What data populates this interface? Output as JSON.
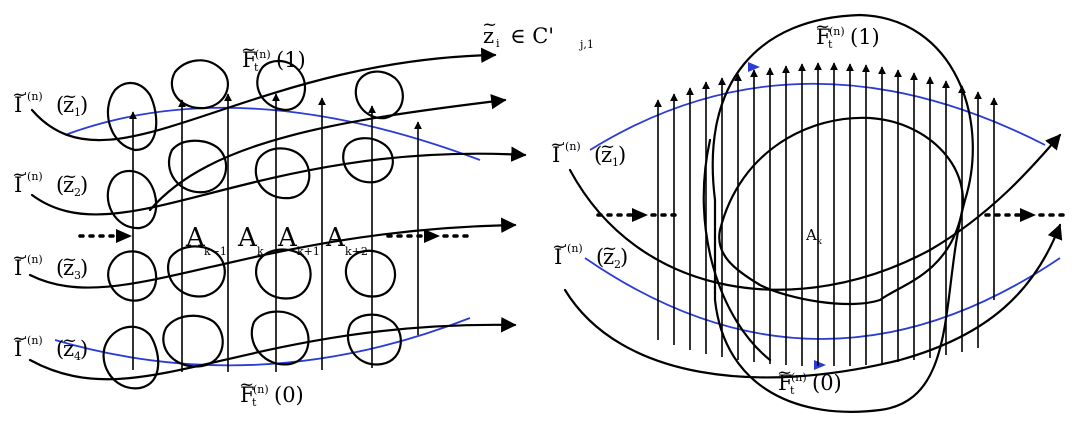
{
  "header": {
    "z_letter": "z",
    "z_index": "i",
    "relation": "∈ C'",
    "set_index": "j,1"
  },
  "left_panel": {
    "rows": [
      {
        "symbol": "I",
        "sup": "'(n)",
        "z": "z",
        "sub": "1"
      },
      {
        "symbol": "I",
        "sup": "'(n)",
        "z": "z",
        "sub": "2"
      },
      {
        "symbol": "I",
        "sup": "'(n)",
        "z": "z",
        "sub": "3"
      },
      {
        "symbol": "I",
        "sup": "'(n)",
        "z": "z",
        "sub": "4"
      }
    ],
    "top_flow": {
      "symbol": "F",
      "sub": "t",
      "sup": "(n)",
      "arg": "(1)"
    },
    "bottom_flow": {
      "symbol": "F",
      "sub": "t",
      "sup": "(n)",
      "arg": "(0)"
    },
    "regions": [
      {
        "letter": "A",
        "sub": "k−1"
      },
      {
        "letter": "A",
        "sub": "k"
      },
      {
        "letter": "A",
        "sub": "k+1"
      },
      {
        "letter": "A",
        "sub": "k+2"
      }
    ]
  },
  "right_panel": {
    "rows": [
      {
        "symbol": "I",
        "sup": "'(n)",
        "z": "z",
        "sub": "1"
      },
      {
        "symbol": "I",
        "sup": "'(n)",
        "z": "z",
        "sub": "2"
      }
    ],
    "top_flow": {
      "symbol": "F",
      "sub": "t",
      "sup": "(n)",
      "arg": "(1)"
    },
    "bottom_flow": {
      "symbol": "F",
      "sub": "t",
      "sup": "(n)",
      "arg": "(0)"
    },
    "region": {
      "letter": "A",
      "sub": "k"
    }
  }
}
